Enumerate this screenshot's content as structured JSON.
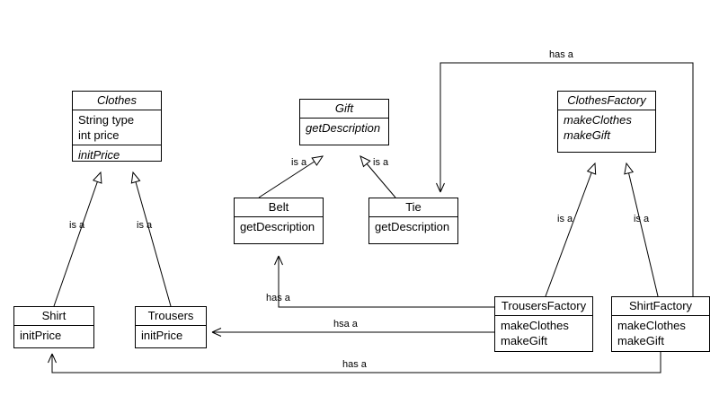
{
  "diagram": {
    "type": "uml-class-diagram",
    "background": "#ffffff",
    "line_color": "#000000"
  },
  "classes": {
    "clothes": {
      "name": "Clothes",
      "abstract": true,
      "fields": [
        "String type",
        "int price"
      ],
      "methods": [
        "initPrice"
      ],
      "methods_abstract": true
    },
    "gift": {
      "name": "Gift",
      "abstract": true,
      "fields": [],
      "methods": [
        "getDescription"
      ],
      "methods_abstract": true
    },
    "clothesfactory": {
      "name": "ClothesFactory",
      "abstract": true,
      "fields": [],
      "methods": [
        "makeClothes",
        "makeGift"
      ],
      "methods_abstract": true
    },
    "belt": {
      "name": "Belt",
      "abstract": false,
      "fields": [],
      "methods": [
        "getDescription"
      ],
      "methods_abstract": false
    },
    "tie": {
      "name": "Tie",
      "abstract": false,
      "fields": [],
      "methods": [
        "getDescription"
      ],
      "methods_abstract": false
    },
    "shirt": {
      "name": "Shirt",
      "abstract": false,
      "fields": [],
      "methods": [
        "initPrice"
      ],
      "methods_abstract": false
    },
    "trousers": {
      "name": "Trousers",
      "abstract": false,
      "fields": [],
      "methods": [
        "initPrice"
      ],
      "methods_abstract": false
    },
    "trousersfactory": {
      "name": "TrousersFactory",
      "abstract": false,
      "fields": [],
      "methods": [
        "makeClothes",
        "makeGift"
      ],
      "methods_abstract": false
    },
    "shirtfactory": {
      "name": "ShirtFactory",
      "abstract": false,
      "fields": [],
      "methods": [
        "makeClothes",
        "makeGift"
      ],
      "methods_abstract": false
    }
  },
  "edge_labels": {
    "shirt_is_a_clothes": "is a",
    "trousers_is_a_clothes": "is a",
    "belt_is_a_gift": "is a",
    "tie_is_a_gift": "is a",
    "trousersfactory_is_a_clothesfactory": "is a",
    "shirtfactory_is_a_clothesfactory": "is a",
    "shirtfactory_has_a_tie": "has a",
    "trousersfactory_has_a_belt": "has a",
    "trousersfactory_has_a_trousers": "hsa a",
    "shirtfactory_has_a_shirt": "has a"
  }
}
